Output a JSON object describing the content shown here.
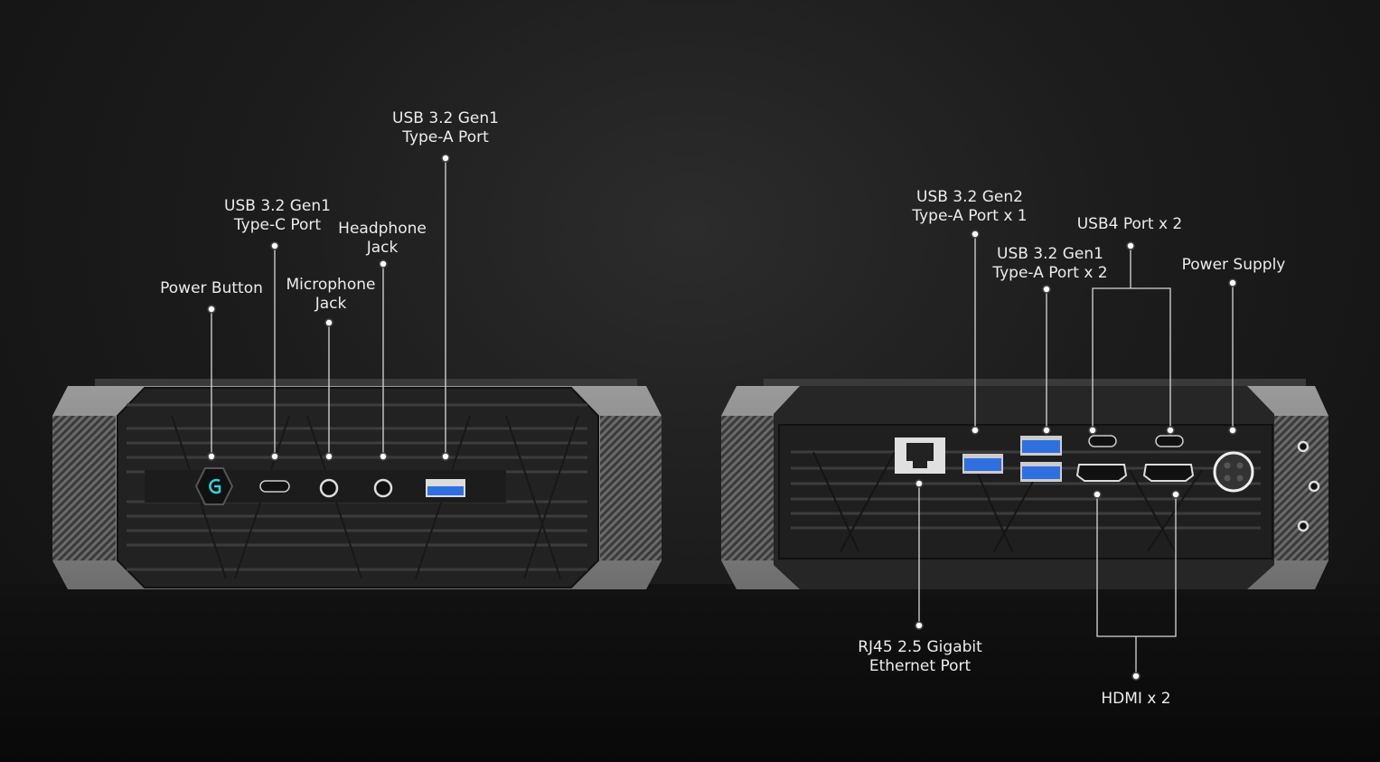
{
  "front_panel": {
    "callouts": [
      {
        "id": "usb-a-front",
        "lines": [
          "USB 3.2 Gen1",
          "Type-A Port"
        ]
      },
      {
        "id": "usb-c-front",
        "lines": [
          "USB 3.2 Gen1",
          "Type-C Port"
        ]
      },
      {
        "id": "headphone",
        "lines": [
          "Headphone",
          "Jack"
        ]
      },
      {
        "id": "microphone",
        "lines": [
          "Microphone",
          "Jack"
        ]
      },
      {
        "id": "power-button",
        "lines": [
          "Power Button"
        ]
      }
    ]
  },
  "rear_panel": {
    "callouts": [
      {
        "id": "usb-gen2",
        "lines": [
          "USB 3.2 Gen2",
          "Type-A Port x 1"
        ]
      },
      {
        "id": "usb-gen1-rear",
        "lines": [
          "USB 3.2 Gen1",
          "Type-A Port x 2"
        ]
      },
      {
        "id": "usb4",
        "lines": [
          "USB4 Port x 2"
        ]
      },
      {
        "id": "power-supply",
        "lines": [
          "Power Supply"
        ]
      },
      {
        "id": "rj45",
        "lines": [
          "RJ45 2.5 Gigabit",
          "Ethernet Port"
        ]
      },
      {
        "id": "hdmi",
        "lines": [
          "HDMI x 2"
        ]
      }
    ]
  },
  "colors": {
    "text": "#ececec",
    "usb_blue": "#2f6fe0",
    "power_accent": "#35d0d8",
    "chassis": "#2b2b2b",
    "end_cap": "#8a8a8a"
  }
}
